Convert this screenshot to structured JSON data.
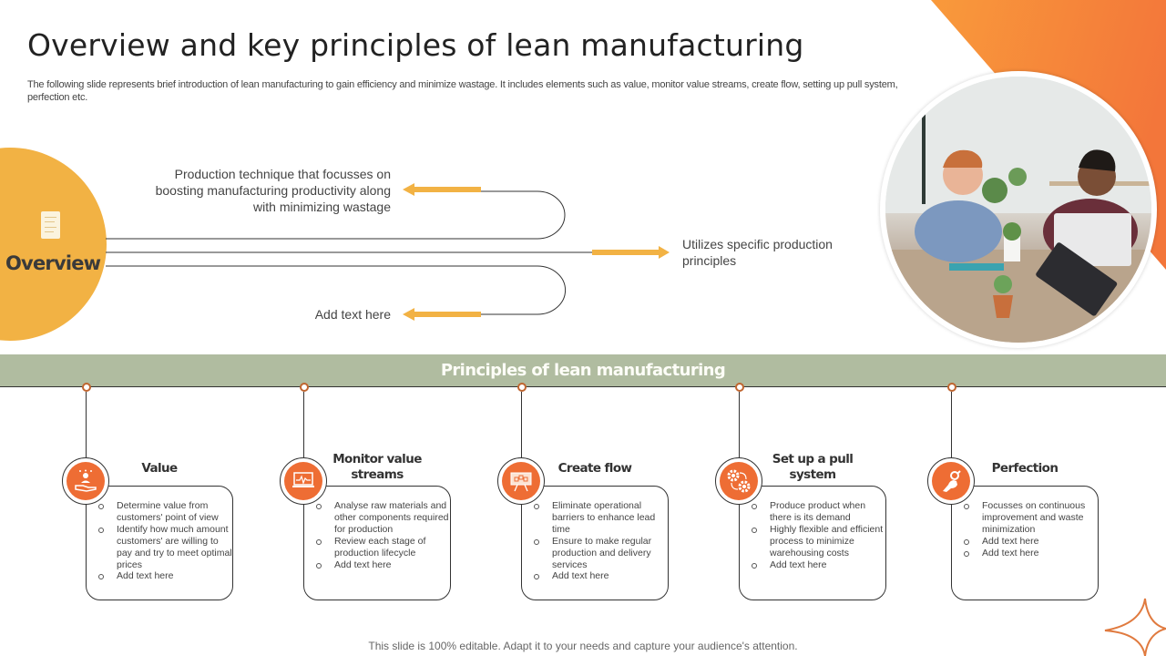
{
  "header": {
    "title": "Overview and key principles of lean manufacturing",
    "subtitle": "The following slide represents brief introduction of lean manufacturing to gain efficiency and minimize wastage. It includes elements such as value, monitor value streams, create flow, setting up pull system, perfection etc."
  },
  "overview": {
    "label": "Overview",
    "icon": "document-icon",
    "points": {
      "top": "Production technique that focusses on boosting manufacturing productivity along with minimizing wastage",
      "right": "Utilizes specific production principles",
      "bottom": "Add text here"
    }
  },
  "photo": {
    "description": "team meeting photo"
  },
  "principles_section": {
    "title": "Principles of lean manufacturing",
    "items": [
      {
        "title": "Value",
        "icon": "customer-value-icon",
        "bullets": [
          "Determine value from customers' point of view",
          "Identify how much amount customers' are willing to pay and try to meet optimal prices",
          "Add text here"
        ]
      },
      {
        "title": "Monitor value streams",
        "icon": "monitor-chart-icon",
        "bullets": [
          "Analyse raw materials and other components required for production",
          "Review each stage of production lifecycle",
          "Add text here"
        ]
      },
      {
        "title": "Create flow",
        "icon": "flowchart-board-icon",
        "bullets": [
          "Eliminate operational barriers to enhance lead time",
          "Ensure to make regular production and delivery services",
          "Add text here"
        ]
      },
      {
        "title": "Set up a pull system",
        "icon": "gears-cycle-icon",
        "bullets": [
          "Produce product when there is its demand",
          "Highly flexible and efficient process to minimize warehousing costs",
          "Add text here"
        ]
      },
      {
        "title": "Perfection",
        "icon": "ok-hand-icon",
        "bullets": [
          "Focusses on continuous improvement and waste minimization",
          "Add text here",
          "Add text here"
        ]
      }
    ]
  },
  "footer": {
    "text": "This slide is 100% editable. Adapt it to your needs and capture your audience's attention."
  },
  "colors": {
    "accent_orange": "#ee6d34",
    "overview_yellow": "#f2b244",
    "band_green": "#b0bca0"
  }
}
